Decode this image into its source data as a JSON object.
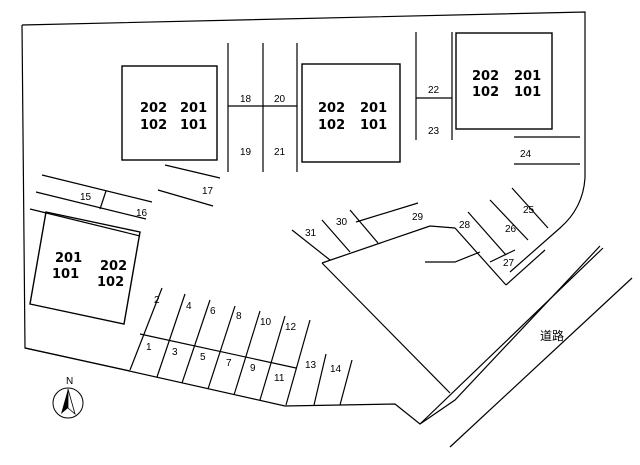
{
  "buildings": [
    {
      "name": "building-a",
      "units": [
        "202",
        "201",
        "102",
        "101"
      ]
    },
    {
      "name": "building-b",
      "units": [
        "202",
        "201",
        "102",
        "101"
      ]
    },
    {
      "name": "building-c",
      "units": [
        "202",
        "201",
        "102",
        "101"
      ]
    },
    {
      "name": "building-d",
      "units": [
        "201",
        "202",
        "101",
        "102"
      ]
    }
  ],
  "spaces": [
    "1",
    "2",
    "3",
    "4",
    "5",
    "6",
    "7",
    "8",
    "9",
    "10",
    "11",
    "12",
    "13",
    "14",
    "15",
    "16",
    "17",
    "18",
    "19",
    "20",
    "21",
    "22",
    "23",
    "24",
    "25",
    "26",
    "27",
    "28",
    "29",
    "30",
    "31"
  ],
  "road_label": "道路",
  "compass_label": "N"
}
